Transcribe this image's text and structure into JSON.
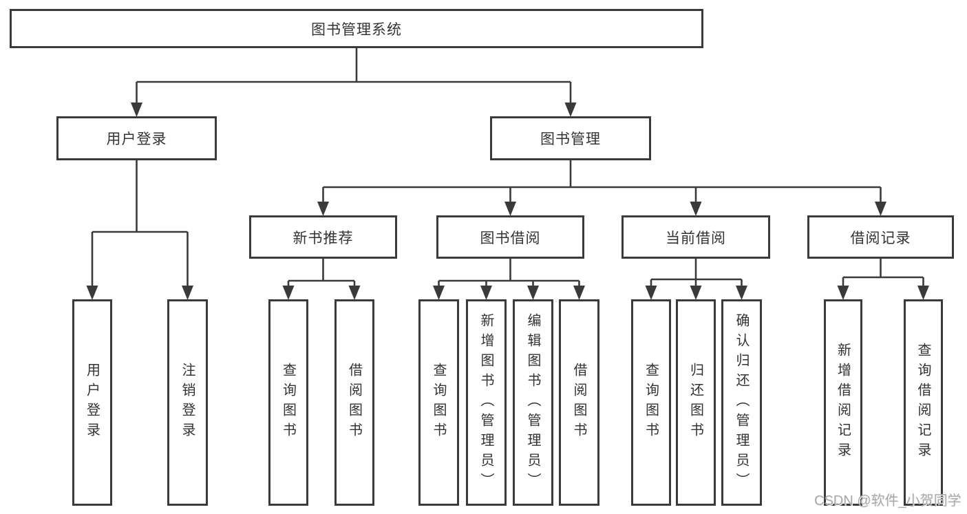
{
  "diagram": {
    "title": "图书管理系统",
    "watermark": "CSDN @软件_小贺同学",
    "line_color": "#3a3a3a",
    "box_background": "#ffffff",
    "nodes": [
      {
        "id": "root",
        "label": "图书管理系统"
      },
      {
        "id": "user-login",
        "label": "用户登录"
      },
      {
        "id": "book-management",
        "label": "图书管理"
      },
      {
        "id": "new-book-recommend",
        "label": "新书推荐"
      },
      {
        "id": "book-borrowing",
        "label": "图书借阅"
      },
      {
        "id": "current-borrowing",
        "label": "当前借阅"
      },
      {
        "id": "borrowing-records",
        "label": "借阅记录"
      },
      {
        "id": "leaf-user-login",
        "label": "用户登录"
      },
      {
        "id": "leaf-logout",
        "label": "注销登录"
      },
      {
        "id": "leaf-query-books-1",
        "label": "查询图书"
      },
      {
        "id": "leaf-borrow-books-1",
        "label": "借阅图书"
      },
      {
        "id": "leaf-query-books-2",
        "label": "查询图书"
      },
      {
        "id": "leaf-add-book",
        "label": "新增图书（管理员）"
      },
      {
        "id": "leaf-edit-book",
        "label": "编辑图书（管理员）"
      },
      {
        "id": "leaf-borrow-books-2",
        "label": "借阅图书"
      },
      {
        "id": "leaf-query-books-3",
        "label": "查询图书"
      },
      {
        "id": "leaf-return-book",
        "label": "归还图书"
      },
      {
        "id": "leaf-confirm-return",
        "label": "确认归还（管理员）"
      },
      {
        "id": "leaf-add-borrow-record",
        "label": "新增借阅记录"
      },
      {
        "id": "leaf-query-borrow-record",
        "label": "查询借阅记录"
      }
    ],
    "edges": [
      [
        "root",
        "user-login"
      ],
      [
        "root",
        "book-management"
      ],
      [
        "user-login",
        "leaf-user-login"
      ],
      [
        "user-login",
        "leaf-logout"
      ],
      [
        "book-management",
        "new-book-recommend"
      ],
      [
        "book-management",
        "book-borrowing"
      ],
      [
        "book-management",
        "current-borrowing"
      ],
      [
        "book-management",
        "borrowing-records"
      ],
      [
        "new-book-recommend",
        "leaf-query-books-1"
      ],
      [
        "new-book-recommend",
        "leaf-borrow-books-1"
      ],
      [
        "book-borrowing",
        "leaf-query-books-2"
      ],
      [
        "book-borrowing",
        "leaf-add-book"
      ],
      [
        "book-borrowing",
        "leaf-edit-book"
      ],
      [
        "book-borrowing",
        "leaf-borrow-books-2"
      ],
      [
        "current-borrowing",
        "leaf-query-books-3"
      ],
      [
        "current-borrowing",
        "leaf-return-book"
      ],
      [
        "current-borrowing",
        "leaf-confirm-return"
      ],
      [
        "borrowing-records",
        "leaf-add-borrow-record"
      ],
      [
        "borrowing-records",
        "leaf-query-borrow-record"
      ]
    ]
  }
}
